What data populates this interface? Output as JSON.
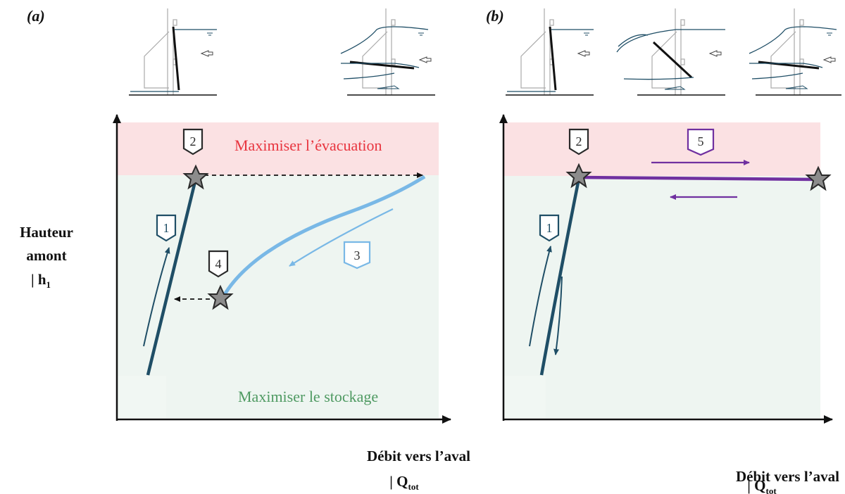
{
  "panels": [
    {
      "label": "(a)",
      "zone_top": "Maximiser l’évacuation",
      "zone_bottom": "Maximiser le stockage"
    },
    {
      "label": "(b)"
    }
  ],
  "y_axis": {
    "line1": "Hauteur",
    "line2": "amont",
    "line3_prefix": "| h",
    "line3_sub": "1"
  },
  "x_axis": {
    "line1": "Débit vers l’aval",
    "line2_prefix": "| Q",
    "line2_sub": "tot"
  },
  "tags": {
    "a": [
      "1",
      "2",
      "3",
      "4"
    ],
    "b": [
      "1",
      "2",
      "5"
    ]
  },
  "colors": {
    "zone_red": "#fbe1e3",
    "zone_green": "#eef5f1",
    "dark_blue": "#1f4e66",
    "light_blue": "#79b8e6",
    "purple": "#7030a0",
    "star_fill": "#8c8c8c",
    "red_text": "#e8353f",
    "green_text": "#4f9a62"
  }
}
